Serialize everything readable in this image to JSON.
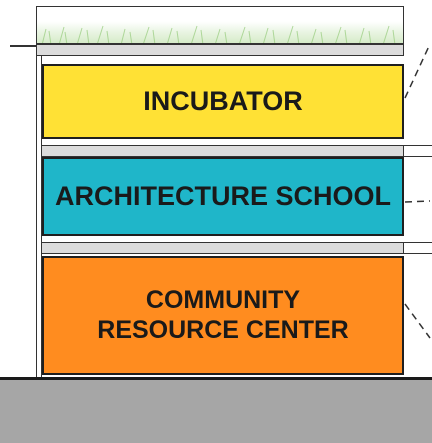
{
  "floors": {
    "incubator": "INCUBATOR",
    "architecture_school": "ARCHITECTURE SCHOOL",
    "community_resource_center": "COMMUNITY RESOURCE CENTER"
  },
  "colors": {
    "incubator": "#ffe135",
    "architecture_school": "#1fb6c9",
    "community_resource_center": "#ff8c1f",
    "ground": "#a6a6a6",
    "roof_garden": "#d6ecc9"
  }
}
